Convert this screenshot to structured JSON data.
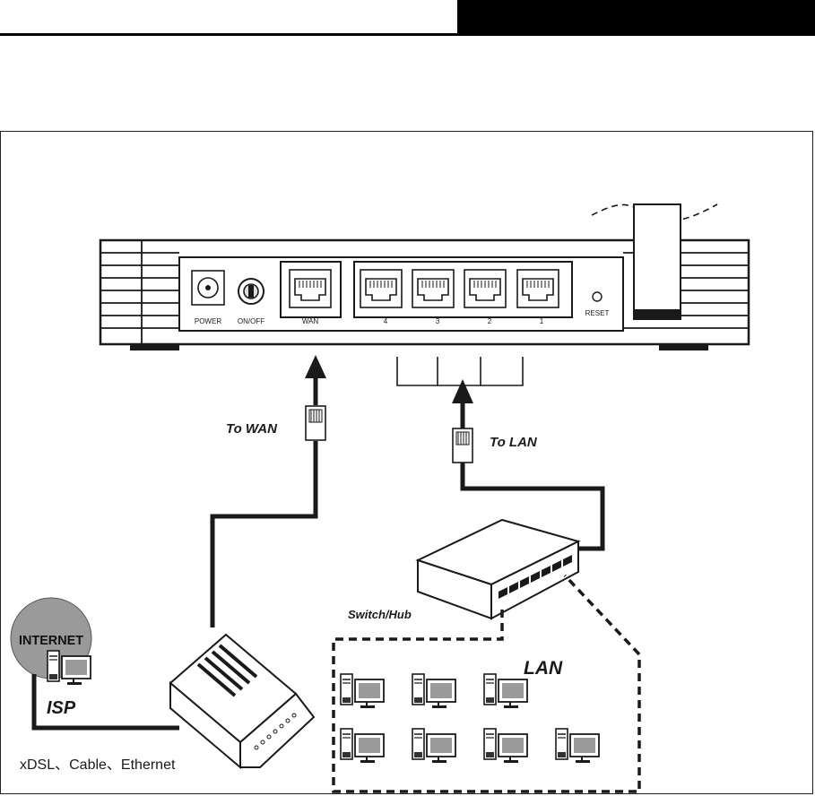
{
  "router": {
    "ports": {
      "power": "POWER",
      "onoff": "ON/OFF",
      "wan": "WAN",
      "lan4": "4",
      "lan3": "3",
      "lan2": "2",
      "lan1": "1",
      "reset": "RESET"
    }
  },
  "labels": {
    "to_wan": "To WAN",
    "to_lan": "To LAN",
    "switch_hub": "Switch/Hub",
    "lan": "LAN",
    "internet": "INTERNET",
    "isp": "ISP",
    "modem_types": "xDSL、Cable、Ethernet"
  },
  "colors": {
    "line": "#1a1a1a",
    "device_fill": "#ffffff",
    "screen": "#9a9a9a",
    "internet_bubble": "#9a9a9a"
  }
}
